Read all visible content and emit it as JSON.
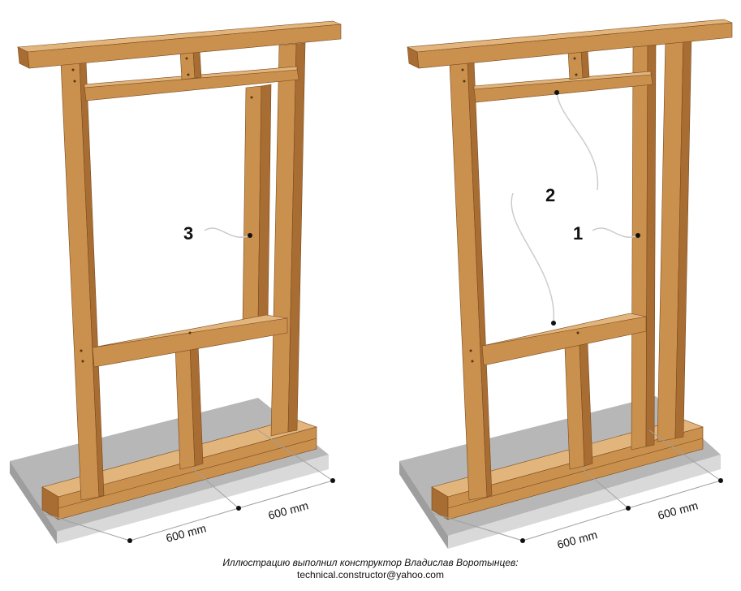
{
  "colors": {
    "wood_front": "#c9904e",
    "wood_side": "#a86d33",
    "wood_top": "#e2b57c",
    "wood_edge": "#7a4a1e",
    "slab_top": "#b7b7b7",
    "slab_front": "#d9d9d9",
    "slab_side": "#9e9e9e",
    "callout_line": "#cccccc",
    "dim_line": "#a0a0a0"
  },
  "diagrams": [
    {
      "name": "left-frame",
      "callouts": [
        {
          "label": "3",
          "part": "stud"
        }
      ],
      "dimensions": [
        "600 mm",
        "600 mm"
      ]
    },
    {
      "name": "right-frame",
      "callouts": [
        {
          "label": "2",
          "part": "header / sill"
        },
        {
          "label": "1",
          "part": "jack stud"
        }
      ],
      "dimensions": [
        "600 mm",
        "600 mm"
      ]
    }
  ],
  "credit": {
    "line1": "Иллюстрацию выполнил конструктор Владислав Воротынцев:",
    "line2": "technical.constructor@yahoo.com"
  }
}
